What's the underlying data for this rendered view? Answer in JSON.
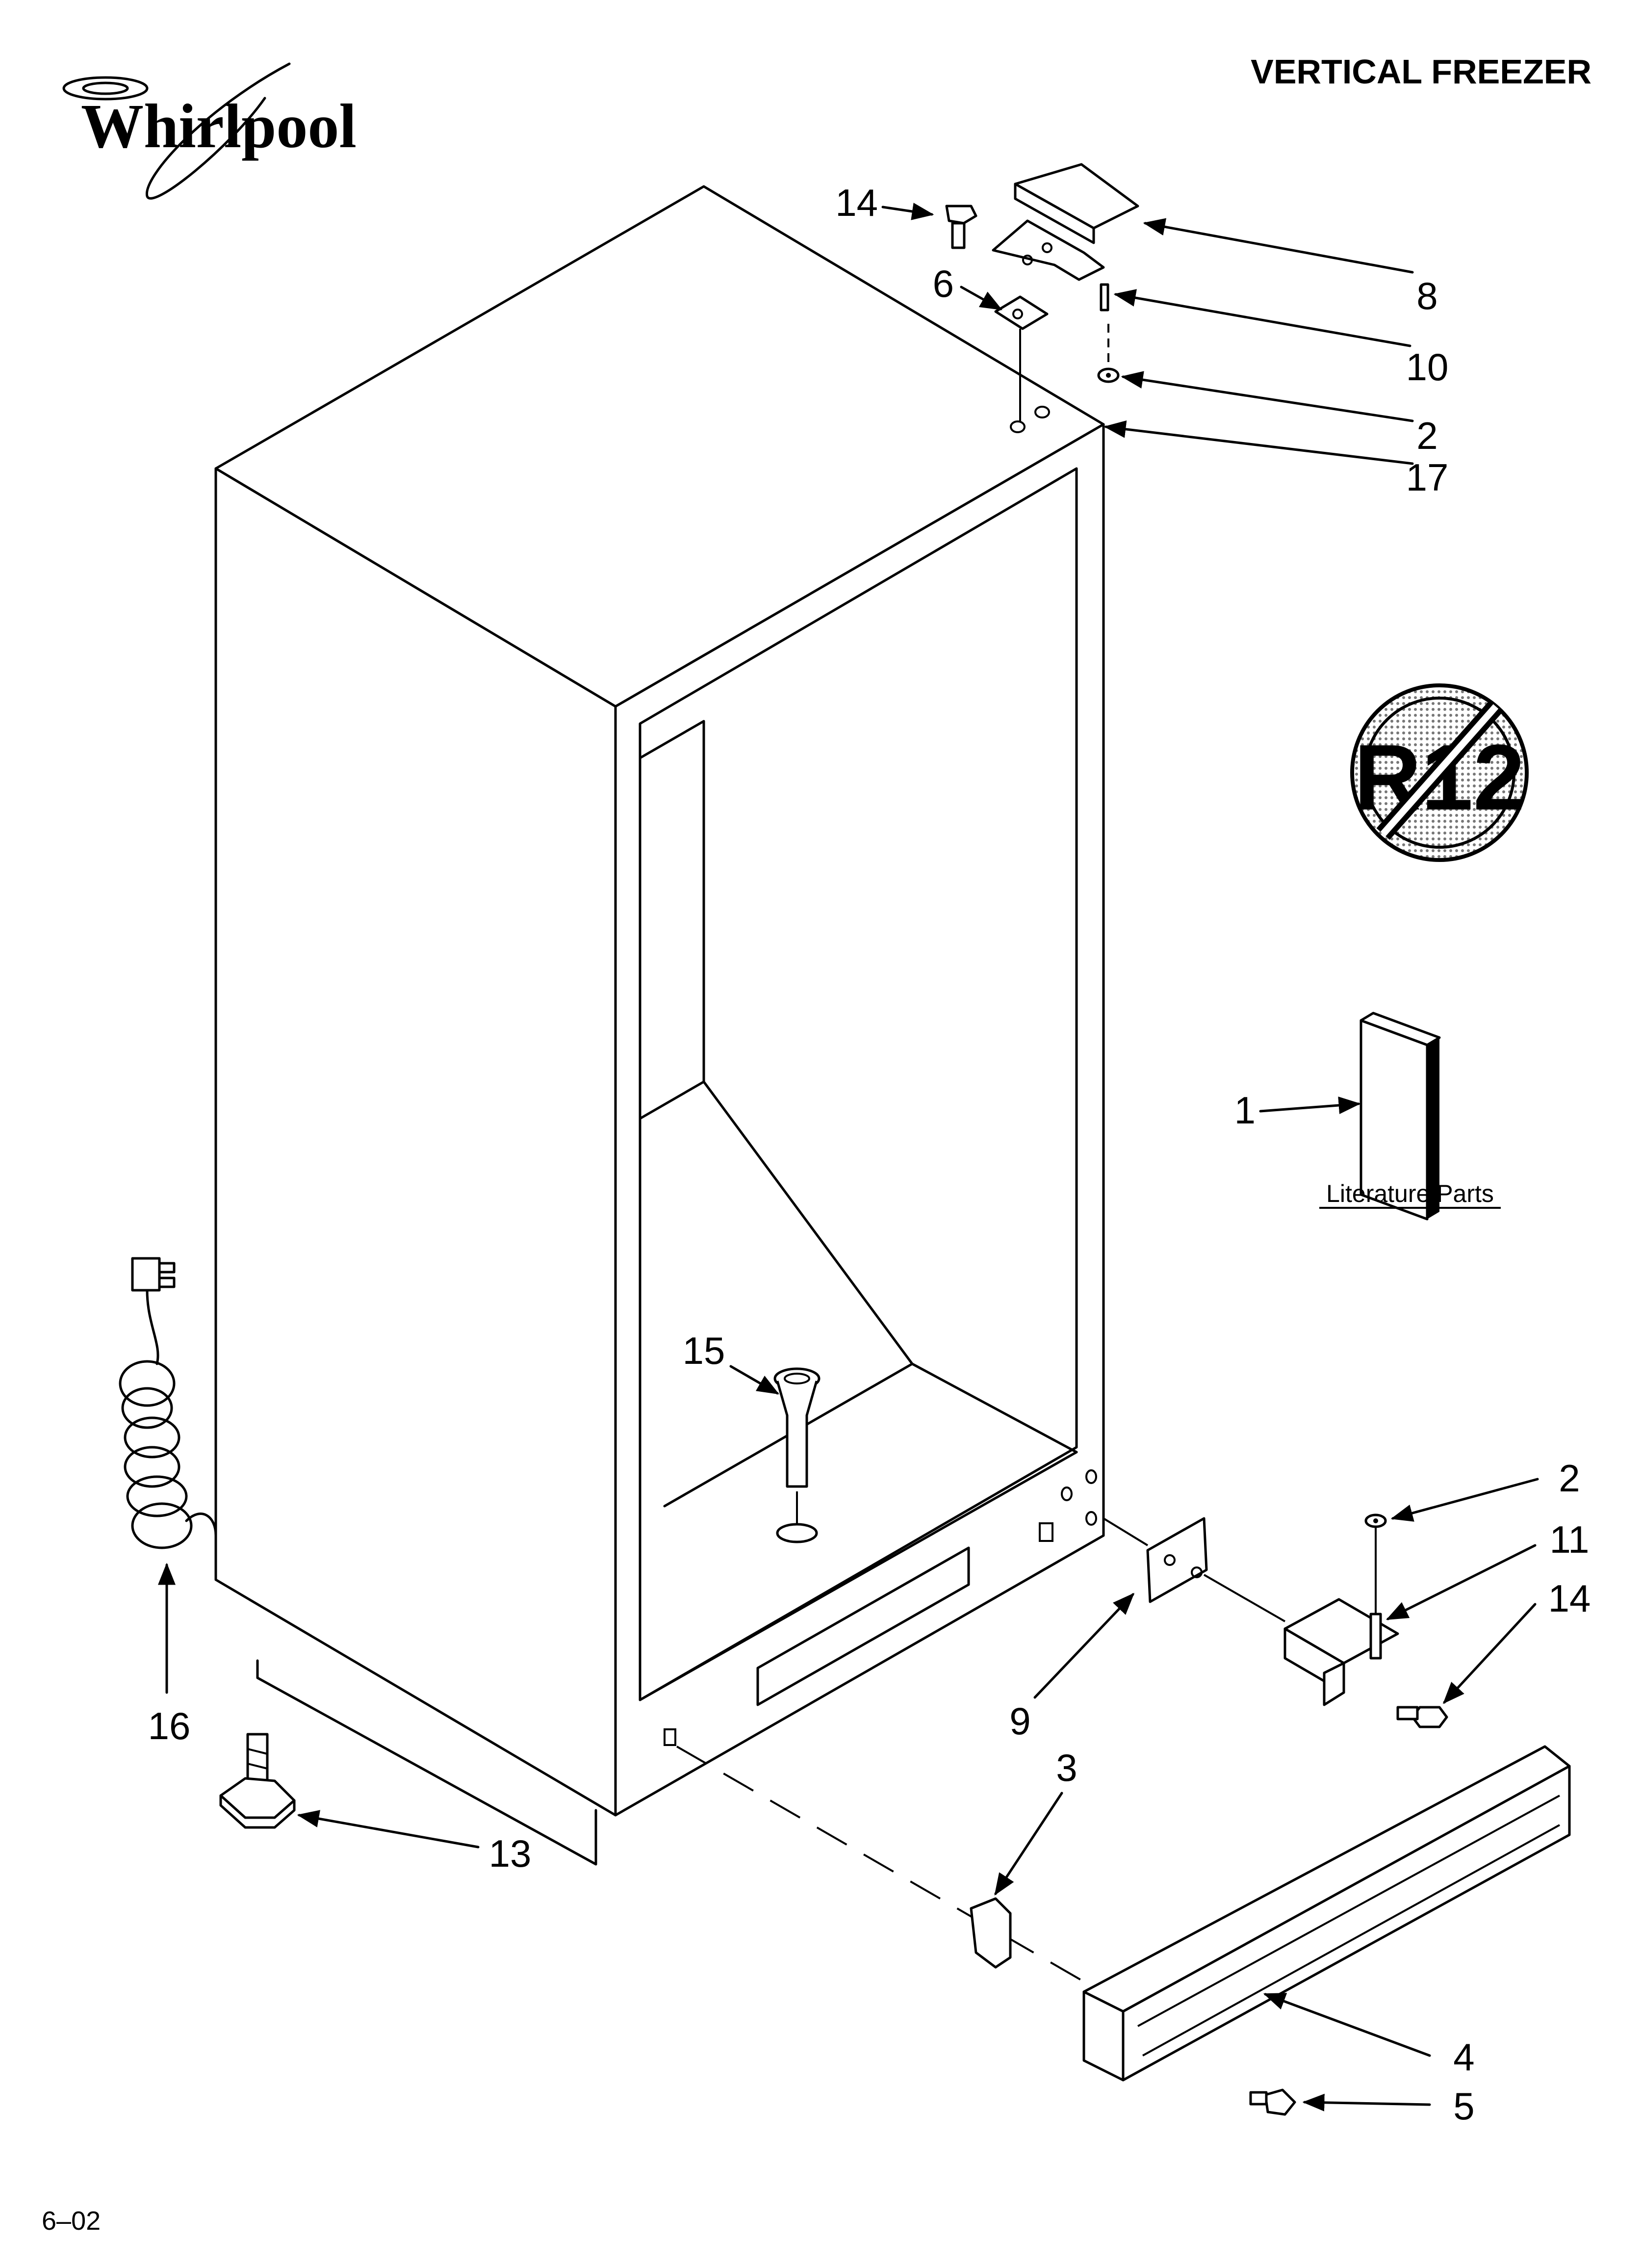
{
  "header": {
    "brand": "Whirlpool",
    "title": "VERTICAL FREEZER"
  },
  "badge": {
    "text": "R12"
  },
  "literature": {
    "caption": "Literature Parts"
  },
  "footer": {
    "date_code": "6–02"
  },
  "callouts": [
    {
      "id": "14",
      "text": "14"
    },
    {
      "id": "6",
      "text": "6"
    },
    {
      "id": "8",
      "text": "8"
    },
    {
      "id": "10",
      "text": "10"
    },
    {
      "id": "2",
      "text": "2"
    },
    {
      "id": "17",
      "text": "17"
    },
    {
      "id": "1",
      "text": "1"
    },
    {
      "id": "15",
      "text": "15"
    },
    {
      "id": "2",
      "text": "2"
    },
    {
      "id": "11",
      "text": "11"
    },
    {
      "id": "14",
      "text": "14"
    },
    {
      "id": "9",
      "text": "9"
    },
    {
      "id": "16",
      "text": "16"
    },
    {
      "id": "3",
      "text": "3"
    },
    {
      "id": "13",
      "text": "13"
    },
    {
      "id": "4",
      "text": "4"
    },
    {
      "id": "5",
      "text": "5"
    }
  ]
}
